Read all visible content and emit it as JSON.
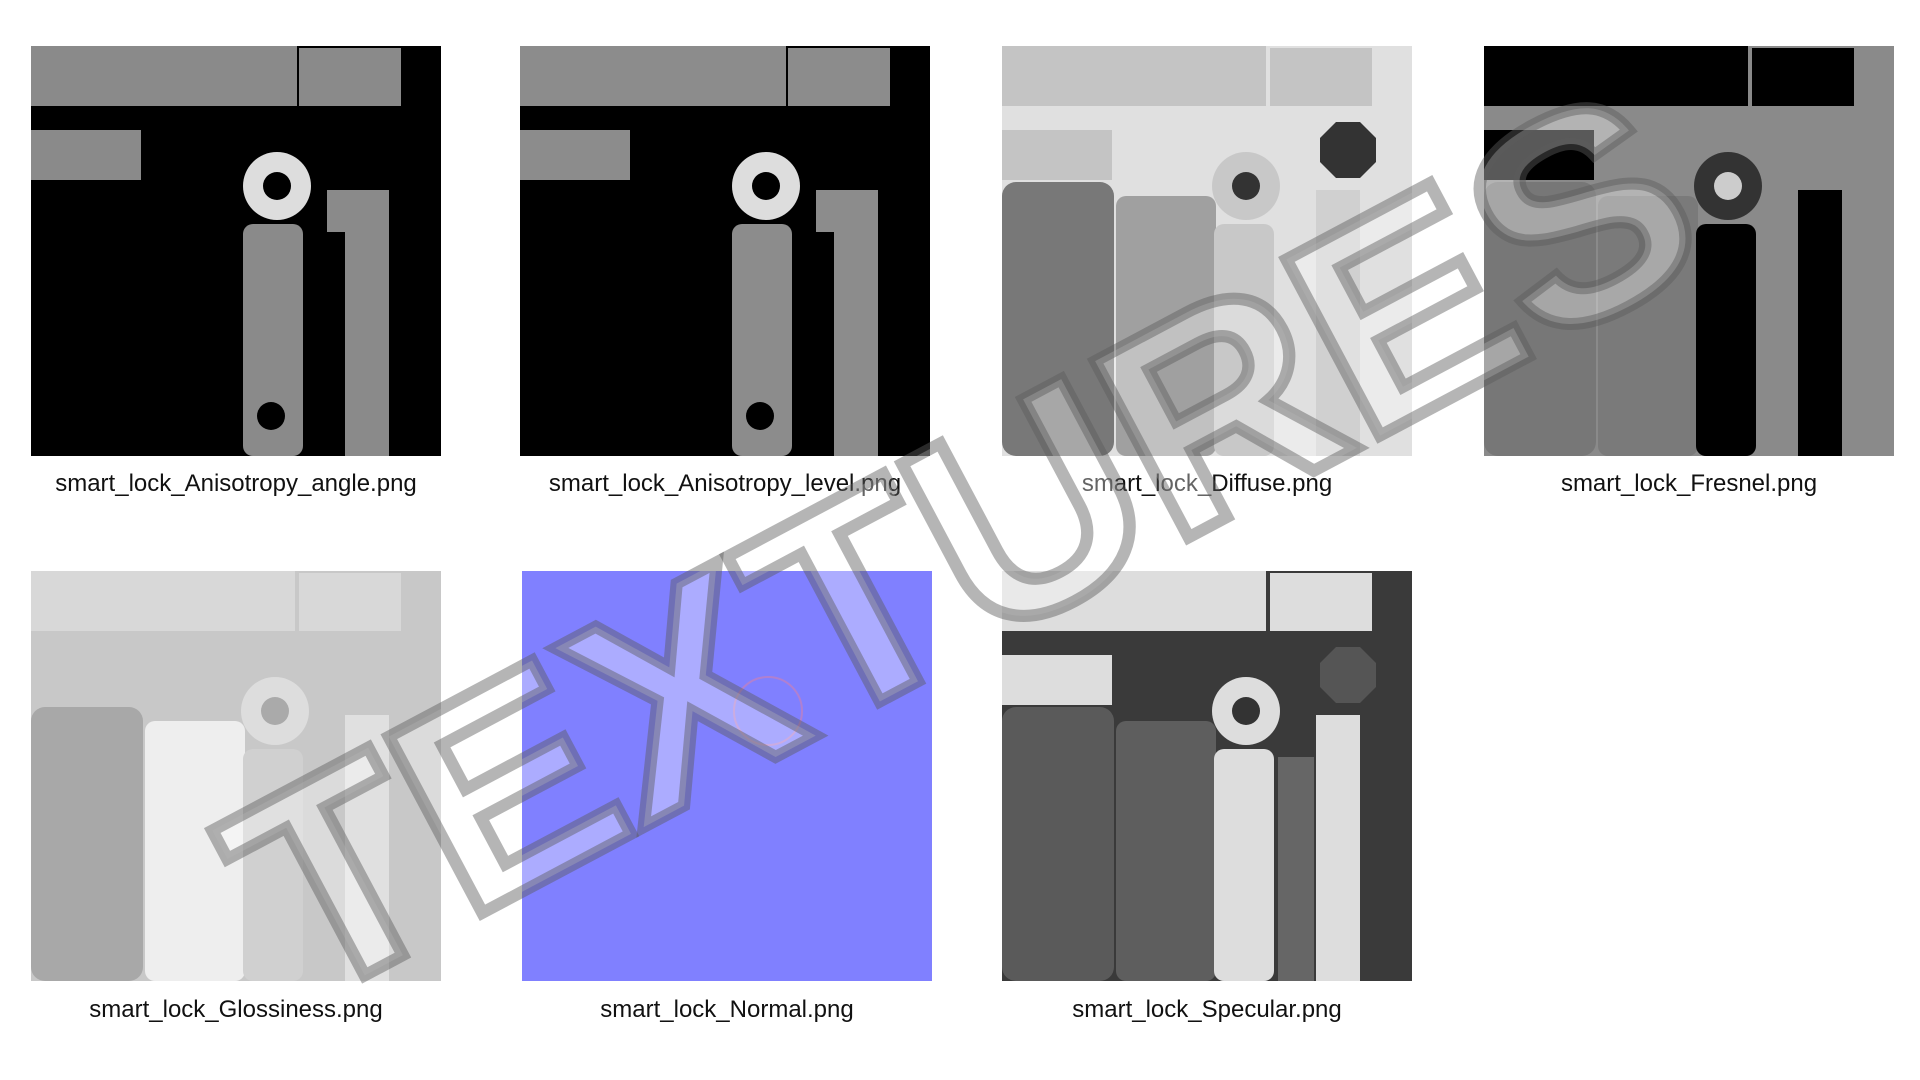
{
  "textures": [
    {
      "name": "smart_lock_Anisotropy_angle.png",
      "bg": "#000000",
      "fg": "#8a8a8a"
    },
    {
      "name": "smart_lock_Anisotropy_level.png",
      "bg": "#000000",
      "fg": "#8c8c8c"
    },
    {
      "name": "smart_lock_Diffuse.png",
      "bg": "#e0e0e0",
      "fg": "#787878"
    },
    {
      "name": "smart_lock_Fresnel.png",
      "bg": "#8a8a8a",
      "fg": "#000000"
    },
    {
      "name": "smart_lock_Glossiness.png",
      "bg": "#c8c8c8",
      "fg": "#a8a8a8"
    },
    {
      "name": "smart_lock_Normal.png",
      "bg": "#8080ff",
      "fg": "#8080ff"
    },
    {
      "name": "smart_lock_Specular.png",
      "bg": "#3a3a3a",
      "fg": "#5a5a5a"
    }
  ],
  "watermark": "TEXTURES"
}
